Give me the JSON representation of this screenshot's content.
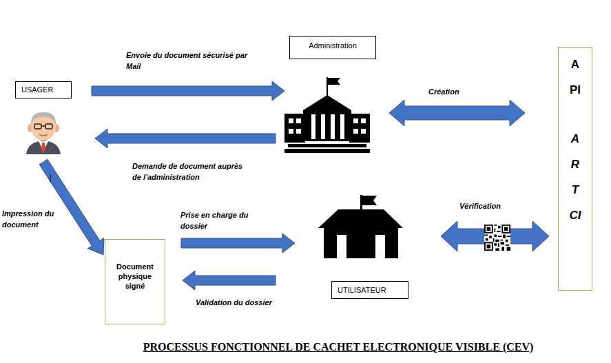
{
  "diagram": {
    "title": "PROCESSUS FONCTIONNEL DE CACHET ELECTRONIQUE VISIBLE (CEV)",
    "nodes": [
      {
        "text": [
          "USAGER"
        ]
      },
      {
        "text": [
          "Administration"
        ]
      },
      {
        "text": [
          "API",
          "ARTCI"
        ]
      },
      {
        "text": [
          "Document physique signé"
        ]
      },
      {
        "text": [
          "UTILISATEUR"
        ]
      }
    ],
    "edges": [
      {
        "from": 0,
        "to": 1,
        "label": "Envoie du document sécurisé par Mail",
        "arrow": "to"
      },
      {
        "from": 1,
        "to": 0,
        "label": "Demande de document auprès de l’administration",
        "arrow": "to"
      },
      {
        "from": 1,
        "to": 2,
        "label": "Création",
        "arrow": "both"
      },
      {
        "from": 0,
        "to": 3,
        "label": "Impression du document",
        "arrow": "to"
      },
      {
        "from": 3,
        "to": 4,
        "label": "Prise en charge du dossier",
        "arrow": "to"
      },
      {
        "from": 4,
        "to": 3,
        "label": "Validation du dossier",
        "arrow": "to"
      },
      {
        "from": 4,
        "to": 2,
        "label": "Vérification",
        "arrow": "both"
      }
    ]
  }
}
